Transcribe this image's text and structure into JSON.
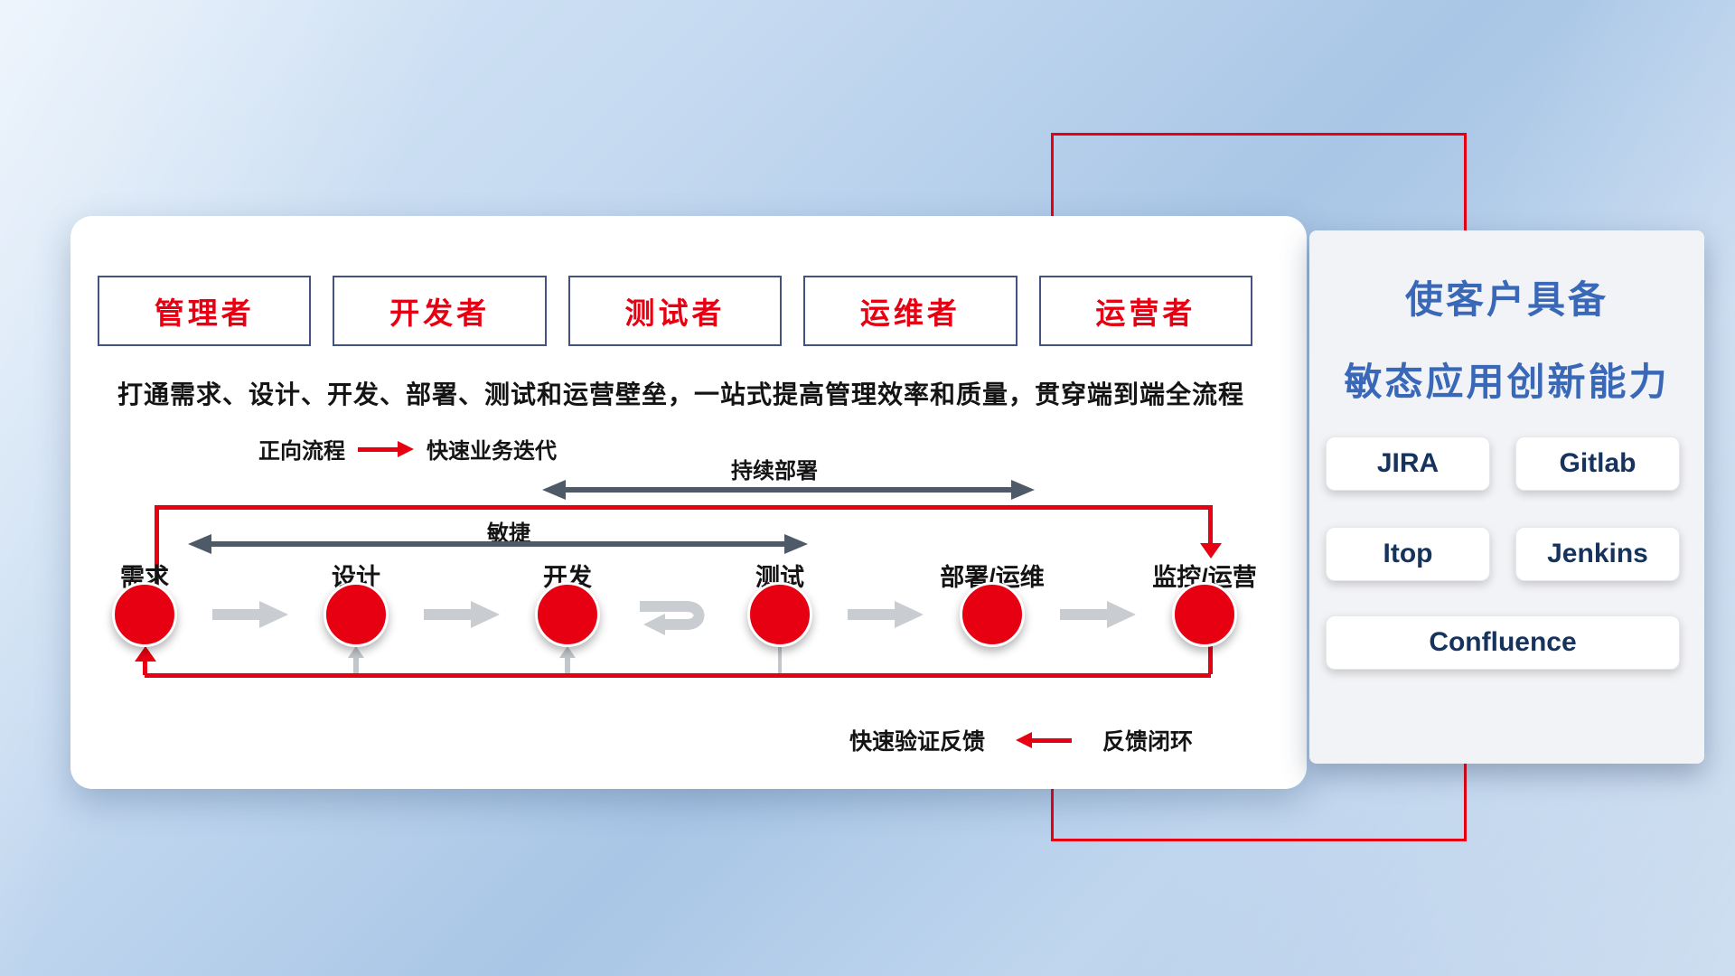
{
  "roles": [
    "管理者",
    "开发者",
    "测试者",
    "运维者",
    "运营者"
  ],
  "intro": "打通需求、设计、开发、部署、测试和运营壁垒，一站式提高管理效率和质量，贯穿端到端全流程",
  "legend_forward": {
    "label": "正向流程",
    "desc": "快速业务迭代"
  },
  "legend_feedback": {
    "desc": "快速验证反馈",
    "label": "反馈闭环"
  },
  "spans": {
    "agile": "敏捷",
    "cd": "持续部署"
  },
  "stages": [
    "需求",
    "设计",
    "开发",
    "测试",
    "部署/运维",
    "监控/运营"
  ],
  "side_panel": {
    "title_line1": "使客户具备",
    "title_line2": "敏态应用创新能力",
    "tools": [
      "JIRA",
      "Gitlab",
      "Itop",
      "Jenkins",
      "Confluence"
    ]
  },
  "colors": {
    "accent_red": "#e60012",
    "title_blue": "#3a68b8",
    "tool_navy": "#16335e",
    "span_slate": "#4e5a67",
    "flow_gray": "#c9cdd1"
  }
}
